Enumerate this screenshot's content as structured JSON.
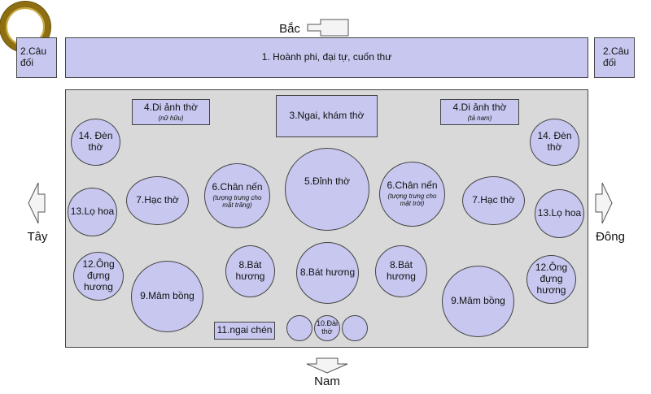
{
  "directions": {
    "north": "Bắc",
    "south": "Nam",
    "west": "Tây",
    "east": "Đông"
  },
  "items": {
    "hoanh_phi": "1. Hoành phi, đại tự, cuốn thư",
    "cau_doi": "2.Câu đối",
    "ngai": "3.Ngai, khám thờ",
    "di_anh": "4.Di ảnh thờ",
    "di_anh_left_note": "(nữ hữu)",
    "di_anh_right_note": "(tả nam)",
    "dinh_tho": "5.Đỉnh thờ",
    "chan_nen": "6.Chân nến",
    "chan_nen_left_note": "(tượng trưng cho mặt trăng)",
    "chan_nen_right_note": "(tượng trưng cho mặt trời)",
    "hac_tho": "7.Hạc thờ",
    "bat_huong_side": "8.Bát hương",
    "bat_huong_center": "8.Bát hương",
    "mam_bong": "9.Mâm bồng",
    "dai_tho": "10.Đài thờ",
    "ngai_chen": "11.ngai chén",
    "ong_dung_huong": "12.Ông đựng hương",
    "lo_hoa": "13.Lọ hoa",
    "den_tho": "14. Đèn thờ"
  },
  "colors": {
    "shape_fill": "#c7c7ef",
    "altar_fill": "#d9d9d9",
    "ring": "#8d6f12"
  }
}
